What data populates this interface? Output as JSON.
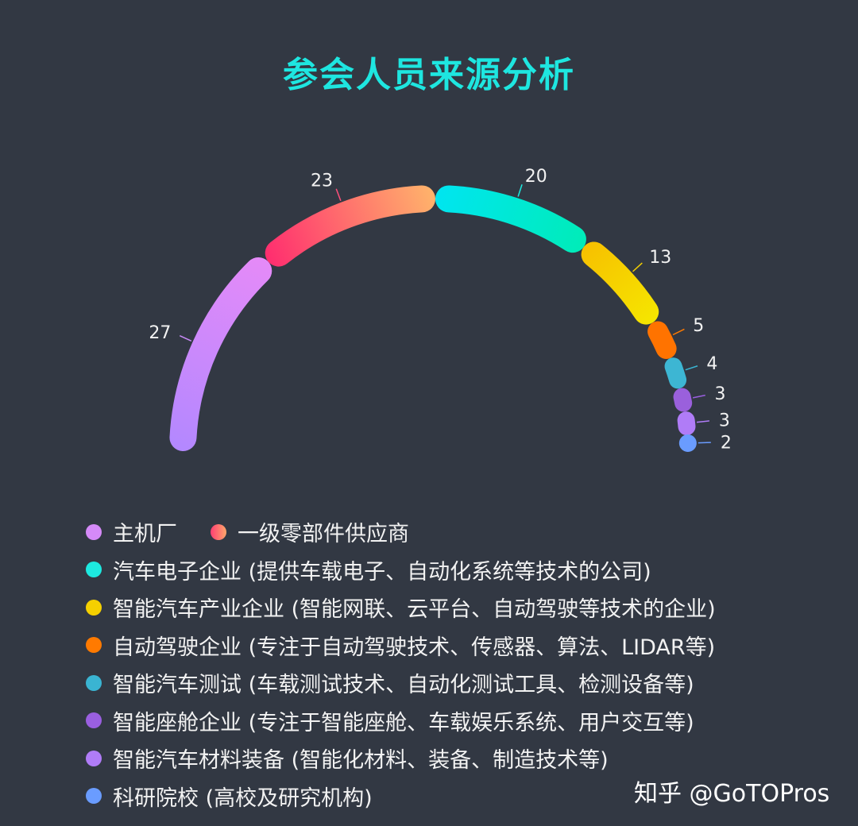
{
  "title": "参会人员来源分析",
  "chart_data": {
    "type": "pie",
    "subtype": "half-ring (rounded segments, rose-like)",
    "title": "参会人员来源分析",
    "categories": [
      "主机厂",
      "一级零部件供应商",
      "汽车电子企业 (提供车载电子、自动化系统等技术的公司)",
      "智能汽车产业企业 (智能网联、云平台、自动驾驶等技术的企业)",
      "自动驾驶企业 (专注于自动驾驶技术、传感器、算法、LIDAR等)",
      "智能汽车测试 (车载测试技术、自动化测试工具、检测设备等)",
      "智能座舱企业 (专注于智能座舱、车载娱乐系统、用户交互等)",
      "智能汽车材料装备 (智能化材料、装备、制造技术等)",
      "科研院校 (高校及研究机构)"
    ],
    "values": [
      27,
      23,
      20,
      13,
      5,
      4,
      3,
      3,
      2
    ],
    "colors": [
      "#c98af8",
      "#ff4f7a",
      "#1de9e0",
      "#f5d000",
      "#ff7a00",
      "#3ab4d2",
      "#9a5fe0",
      "#b07cf7",
      "#6a9cff"
    ],
    "gradients": [
      [
        "#b388ff",
        "#e58af8"
      ],
      [
        "#ff2d6f",
        "#ffb36b"
      ],
      [
        "#00e5f0",
        "#00ecb8"
      ],
      [
        "#f7c000",
        "#f5e600"
      ],
      [
        "#ff7300",
        "#ff7300"
      ],
      [
        "#3db6d3",
        "#3db6d3"
      ],
      [
        "#9a60dc",
        "#9a60dc"
      ],
      [
        "#b07cf7",
        "#b07cf7"
      ],
      [
        "#6a9cff",
        "#6a9cff"
      ]
    ],
    "data_labels": [
      "27",
      "23",
      "20",
      "13",
      "5",
      "4",
      "3",
      "3",
      "2"
    ],
    "legend_position": "bottom",
    "start_angle_deg": 180,
    "span_deg": 180
  },
  "legend": [
    {
      "label": "主机厂",
      "color": "#d58af8"
    },
    {
      "label": "一级零部件供应商",
      "color": "#ff6a6a"
    },
    {
      "label": "汽车电子企业 (提供车载电子、自动化系统等技术的公司)",
      "color": "#1de9e0"
    },
    {
      "label": "智能汽车产业企业 (智能网联、云平台、自动驾驶等技术的企业)",
      "color": "#f5d000"
    },
    {
      "label": "自动驾驶企业 (专注于自动驾驶技术、传感器、算法、LIDAR等)",
      "color": "#ff7a00"
    },
    {
      "label": "智能汽车测试 (车载测试技术、自动化测试工具、检测设备等)",
      "color": "#3ab4d2"
    },
    {
      "label": "智能座舱企业 (专注于智能座舱、车载娱乐系统、用户交互等)",
      "color": "#9a5fe0"
    },
    {
      "label": "智能汽车材料装备 (智能化材料、装备、制造技术等)",
      "color": "#b07cf7"
    },
    {
      "label": "科研院校 (高校及研究机构)",
      "color": "#6a9cff"
    }
  ],
  "watermark": "知乎 @GoTOPros"
}
